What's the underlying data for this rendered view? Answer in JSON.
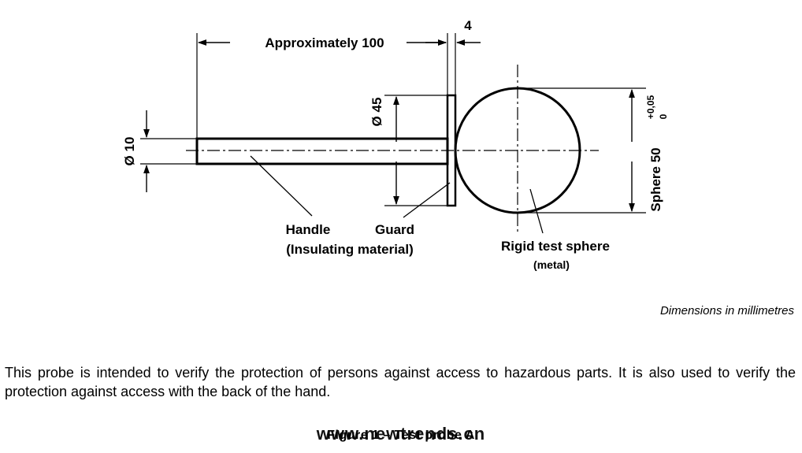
{
  "drawing": {
    "dim_length": "Approximately 100",
    "dim_guard_thickness": "4",
    "dim_handle_dia": "Ø 10",
    "dim_guard_dia": "Ø 45",
    "dim_sphere": "Sphere 50",
    "dim_sphere_tol_upper": "+0,05",
    "dim_sphere_tol_lower": "0",
    "label_handle": "Handle",
    "label_handle_material": "(Insulating material)",
    "label_guard": "Guard",
    "label_sphere": "Rigid test sphere",
    "label_sphere_material": "(metal)"
  },
  "note": "Dimensions in millimetres",
  "paragraph": "This probe is intended to verify the protection of persons against access to hazardous parts. It is also used to verify the protection against access with the back of the hand.",
  "caption": "Figure 1 – Test probe A",
  "watermark": "www.newtrends.cn"
}
